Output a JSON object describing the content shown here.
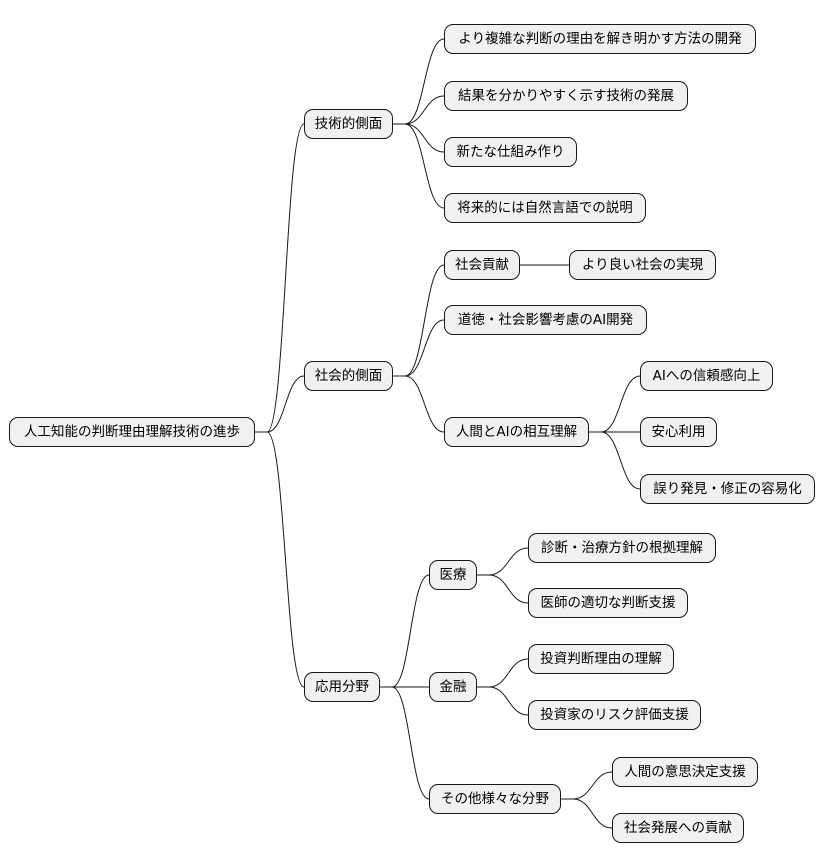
{
  "root": "人工知能の判断理由理解技術の進歩",
  "branches": [
    {
      "label": "技術的側面",
      "children": [
        {
          "label": "より複雑な判断の理由を解き明かす方法の開発"
        },
        {
          "label": "結果を分かりやすく示す技術の発展"
        },
        {
          "label": "新たな仕組み作り"
        },
        {
          "label": "将来的には自然言語での説明"
        }
      ]
    },
    {
      "label": "社会的側面",
      "children": [
        {
          "label": "社会貢献",
          "children": [
            {
              "label": "より良い社会の実現"
            }
          ]
        },
        {
          "label": "道徳・社会影響考慮のAI開発"
        },
        {
          "label": "人間とAIの相互理解",
          "children": [
            {
              "label": "AIへの信頼感向上"
            },
            {
              "label": "安心利用"
            },
            {
              "label": "誤り発見・修正の容易化"
            }
          ]
        }
      ]
    },
    {
      "label": "応用分野",
      "children": [
        {
          "label": "医療",
          "children": [
            {
              "label": "診断・治療方針の根拠理解"
            },
            {
              "label": "医師の適切な判断支援"
            }
          ]
        },
        {
          "label": "金融",
          "children": [
            {
              "label": "投資判断理由の理解"
            },
            {
              "label": "投資家のリスク評価支援"
            }
          ]
        },
        {
          "label": "その他様々な分野",
          "children": [
            {
              "label": "人間の意思決定支援"
            },
            {
              "label": "社会発展への貢献"
            }
          ]
        }
      ]
    }
  ]
}
